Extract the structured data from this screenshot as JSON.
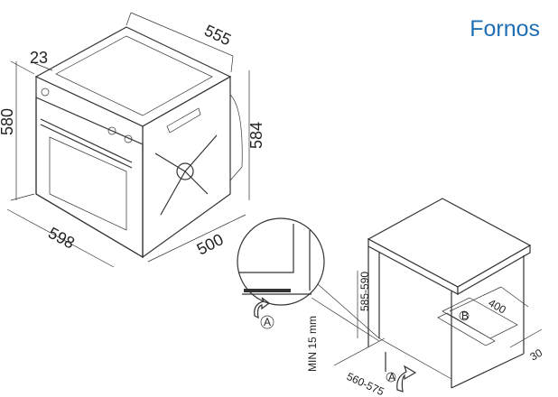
{
  "title": "Fornos",
  "oven_dimensions": {
    "depth_top": "555",
    "panel": "23",
    "height_front": "580",
    "height_side": "584",
    "width": "598",
    "depth_side": "500"
  },
  "installation": {
    "height": "585-590",
    "gap": "MIN 15 mm",
    "cutout": "400",
    "offset": "30",
    "width": "560-575",
    "marker_a": "A",
    "marker_b": "B"
  }
}
